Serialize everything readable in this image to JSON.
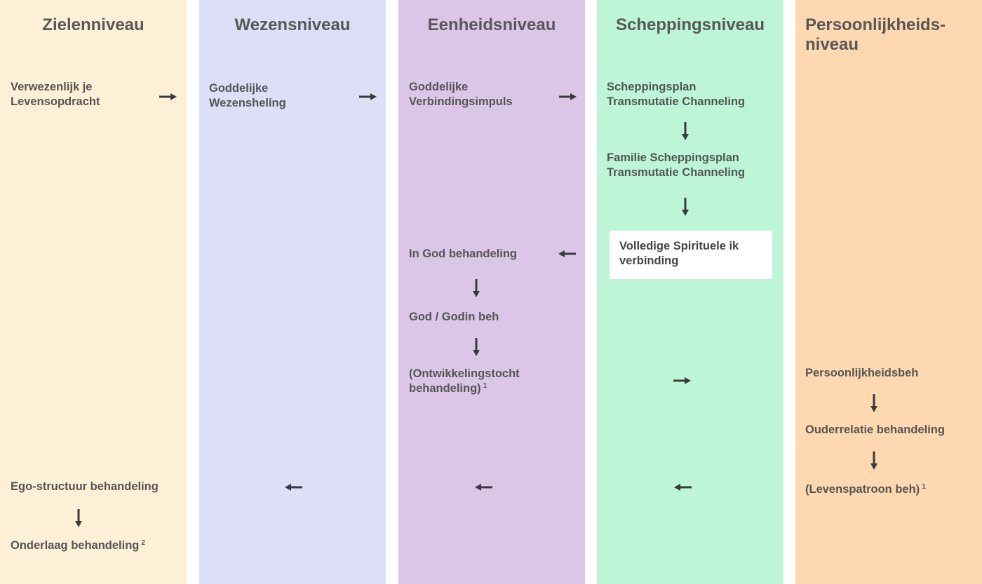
{
  "columns": [
    {
      "title": "Zielenniveau",
      "color": "#feefd7"
    },
    {
      "title": "Wezensniveau",
      "color": "#dcdff6"
    },
    {
      "title": "Eenheidsniveau",
      "color": "#dcc6e8"
    },
    {
      "title": "Scheppingsniveau",
      "color": "#bdf5d7"
    },
    {
      "title": "Persoonlijkheids-\nniveau",
      "color": "#fdd8b0"
    }
  ],
  "items": {
    "levensopdracht": "Verwezenlijk je\nLevensopdracht",
    "wezensheling": "Goddelijke\nWezensheling",
    "verbindingsimpuls": "Goddelijke\nVerbindingsimpuls",
    "scheppingsplan": "Scheppingsplan\nTransmutatie Channeling",
    "familie_scheppingsplan": "Familie Scheppingsplan\nTransmutatie Channeling",
    "spirituele_ik": "Volledige Spirituele ik\nverbinding",
    "in_god": "In God behandeling",
    "god_godin": "God / Godin beh",
    "ontwikkelingstocht": "(Ontwikkelingstocht\nbehandeling)",
    "ontwikkelingstocht_note": "1",
    "persoonlijkheidsbeh": "Persoonlijkheidsbeh",
    "ouderrelatie": "Ouderrelatie behandeling",
    "levenspatroon": "(Levenspatroon beh)",
    "levenspatroon_note": "1",
    "ego_structuur": "Ego-structuur behandeling",
    "onderlaag": "Onderlaag behandeling",
    "onderlaag_note": "2"
  },
  "arrow_color": "#3a3a3a"
}
